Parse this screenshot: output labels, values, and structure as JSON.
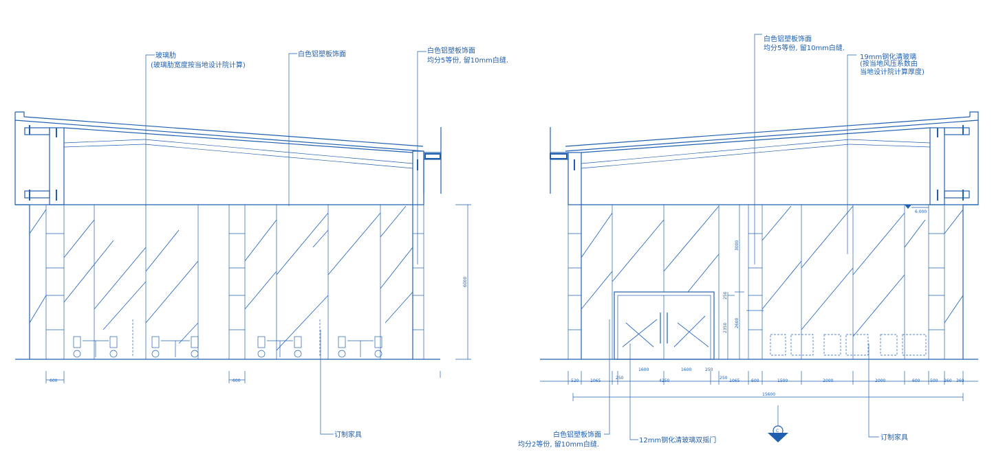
{
  "left_elevation": {
    "annotations": {
      "glass_fin": "玻璃肋",
      "glass_fin_note": "(玻璃肋宽度按当地设计院计算)",
      "white_panel": "白色铝塑板饰面",
      "white_panel_right_1": "白色铝塑板饰面",
      "white_panel_right_2": "均分5等份, 留10mm白缝.",
      "custom_furniture": "订制家具"
    },
    "dims": {
      "left_600": "600",
      "mid_600": "600",
      "height_6000": "6000"
    }
  },
  "right_elevation": {
    "annotations": {
      "top_panel_1": "白色铝塑板饰面",
      "top_panel_2": "均分5等份, 留10mm白缝.",
      "glass_1": "19mm钢化清玻璃",
      "glass_2": "(按当地风压系数由",
      "glass_3": "当地设计院计算厚度)",
      "bottom_panel_1": "白色铝塑板饰面",
      "bottom_panel_2": "均分2等份, 留10mm白缝.",
      "door": "12mm钢化清玻璃双摇门",
      "custom_furniture": "订制家具"
    },
    "level": "6.000",
    "dims": {
      "d520": "520",
      "d1065a": "1065",
      "d250a": "250",
      "d1600a": "1600",
      "d4250": "4250",
      "d1600b": "1600",
      "d250b": "250",
      "d250c": "250",
      "d1065b": "1065",
      "d600": "600",
      "d1500": "1500",
      "d2000a": "2000",
      "d2000b": "2000",
      "d600b": "600",
      "d500": "500",
      "d260": "260",
      "d360": "360",
      "total": "15600",
      "v3000": "3000",
      "v250": "250",
      "v2600": "2600",
      "v2350": "2350"
    },
    "section_mark": "C"
  },
  "colors": {
    "line": "#1f5fb0",
    "background": "#ffffff"
  }
}
